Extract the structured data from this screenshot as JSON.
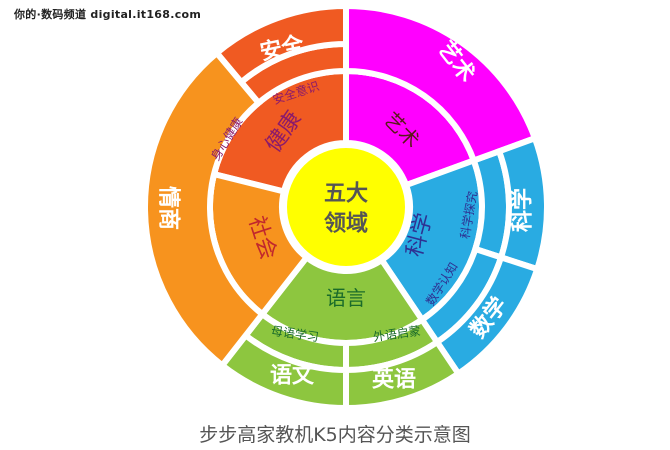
{
  "watermark": "你的·数码频道 digital.it168.com",
  "center": {
    "line1": "五大",
    "line2": "领域",
    "color": "#ffff00",
    "text_color": "#555555"
  },
  "domains": [
    {
      "name": "健康",
      "color": "#f05a22",
      "text_color": "#8b1a6b",
      "subs": [
        {
          "mid": "身心健康",
          "outer": "情商"
        },
        {
          "mid": "安全意识",
          "outer": "安全"
        }
      ]
    },
    {
      "name": "艺术",
      "color": "#ff00ff",
      "text_color": "#5a1a1a",
      "subs": [
        {
          "mid": "",
          "outer": "艺术"
        }
      ]
    },
    {
      "name": "科学",
      "color": "#29abe2",
      "text_color": "#2e3192",
      "subs": [
        {
          "mid": "科学探究",
          "outer": "科学"
        },
        {
          "mid": "数学认知",
          "outer": "数学"
        }
      ]
    },
    {
      "name": "语言",
      "color": "#8dc63f",
      "text_color": "#1a6b2a",
      "subs": [
        {
          "mid": "外语启蒙",
          "outer": "英语"
        },
        {
          "mid": "母语学习",
          "outer": "语文"
        }
      ]
    },
    {
      "name": "社会",
      "color": "#f7931e",
      "text_color": "#c1272d",
      "subs": [
        {
          "mid": "",
          "outer": "情商"
        }
      ]
    }
  ],
  "labels": {
    "inner": {
      "health": "健康",
      "art": "艺术",
      "science": "科学",
      "language": "语言",
      "social": "社会"
    },
    "mid": {
      "body_mind": "身心健康",
      "safety_awareness": "安全意识",
      "science_explore": "科学探究",
      "math_cognition": "数学认知",
      "native_lang": "母语学习",
      "foreign_lang": "外语启蒙"
    },
    "outer": {
      "safety": "安全",
      "art": "艺术",
      "science": "科学",
      "math": "数学",
      "english": "英语",
      "chinese": "语文",
      "eq": "情商"
    }
  },
  "caption": "步步高家教机K5内容分类示意图"
}
